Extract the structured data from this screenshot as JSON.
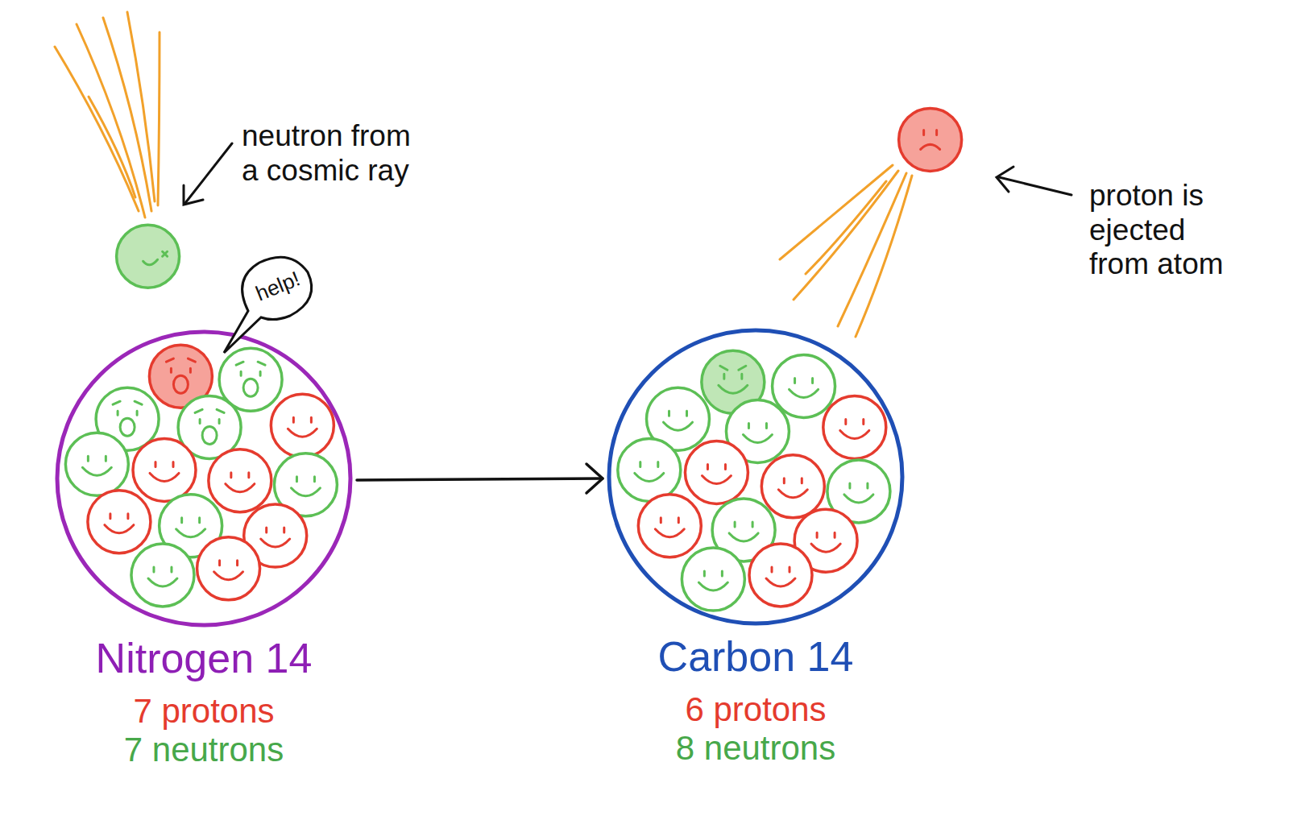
{
  "diagram": {
    "nodes": [
      {
        "text": [
          "Nitrogen 14",
          "7 protons",
          "7 neutrons"
        ]
      },
      {
        "text": [
          "help!"
        ]
      },
      {
        "text": [
          "Carbon 14",
          "6 protons",
          "8 neutrons"
        ]
      }
    ],
    "edges": [
      {
        "from": 0,
        "to": 2,
        "arrow": "to"
      }
    ],
    "labels": [
      "neutron from a cosmic ray",
      "proton is ejected from atom"
    ]
  }
}
